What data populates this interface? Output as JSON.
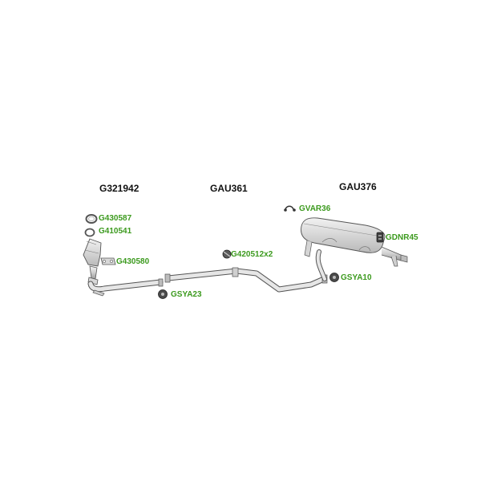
{
  "assemblies": [
    {
      "id": "front",
      "title": "G321942"
    },
    {
      "id": "middle",
      "title": "GAU361"
    },
    {
      "id": "rear",
      "title": "GAU376"
    }
  ],
  "part_codes": {
    "gasket_ring_1": "G430587",
    "gasket_ring_2": "G410541",
    "flange_gasket": "G430580",
    "hanger_front": "GSYA23",
    "clamp": "G420512x2",
    "hanger_bracket": "GVAR36",
    "mounting_rubber": "GDNR45",
    "hanger_rear": "GSYA10"
  },
  "colors": {
    "code_text": "#3c9a1e",
    "title_text": "#111111",
    "line_art": "#555555",
    "background": "#ffffff"
  }
}
